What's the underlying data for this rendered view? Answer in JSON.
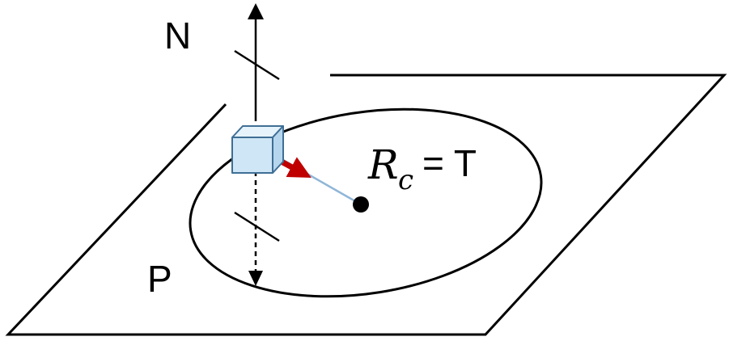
{
  "labels": {
    "normal": "N",
    "plane": "P",
    "radius_symbol": "R",
    "radius_subscript": "c",
    "radius_equals": "= T"
  },
  "colors": {
    "stroke": "#000000",
    "cube_front": "#cfe6f6",
    "cube_top": "#e6f3fb",
    "cube_side": "#b6d6ee",
    "cube_edge": "#3f6f95",
    "force_arrow": "#c00000",
    "radius_line": "#8fb6d8",
    "center_point": "#000000"
  },
  "icons": {
    "object": "cube-icon",
    "force": "red-arrow-icon",
    "center": "filled-dot-icon"
  }
}
